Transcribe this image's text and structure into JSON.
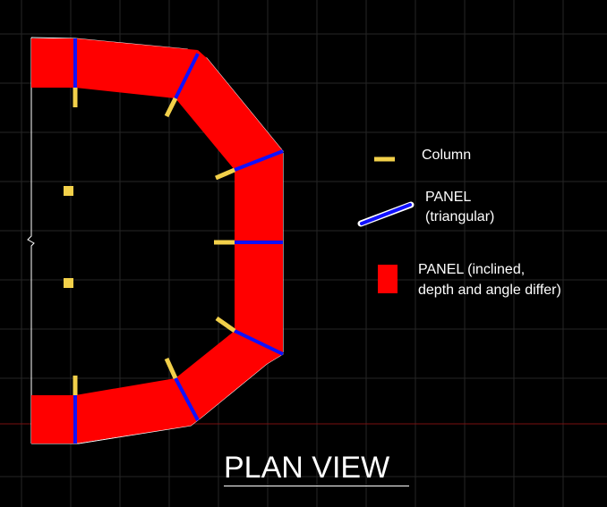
{
  "colors": {
    "background": "#000000",
    "grid": "#2a2a2a",
    "panel_inclined": "#ff0000",
    "panel_triangular": "#1010ff",
    "column": "#f2d04a",
    "outline": "#ffffff",
    "baseline": "#7a1010"
  },
  "legend": {
    "column_label": "Column",
    "panel_triangular_label_line1": "PANEL",
    "panel_triangular_label_line2": "(triangular)",
    "panel_inclined_label_line1": "PANEL (inclined,",
    "panel_inclined_label_line2": "depth and angle differ)"
  },
  "title": "PLAN VIEW"
}
